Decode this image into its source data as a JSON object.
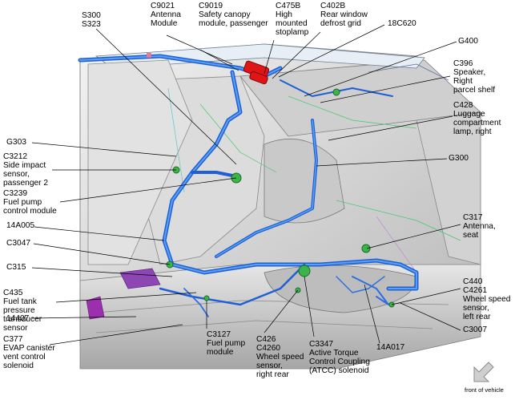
{
  "labels": {
    "s300": [
      "S300",
      "S323"
    ],
    "c9021": [
      "C9021",
      "Antenna",
      "Module"
    ],
    "c9019": [
      "C9019",
      "Safety canopy",
      "module, passenger"
    ],
    "c475b": [
      "C475B",
      "High",
      "mounted",
      "stoplamp"
    ],
    "c402b": [
      "C402B",
      "Rear window",
      "defrost grid"
    ],
    "c18c620": [
      "18C620"
    ],
    "g400": [
      "G400"
    ],
    "c396": [
      "C396",
      "Speaker,",
      "Right",
      "parcel shelf"
    ],
    "c428": [
      "C428",
      "Luggage",
      "compartment",
      "lamp, right"
    ],
    "g300": [
      "G300"
    ],
    "g303": [
      "G303"
    ],
    "c3212": [
      "C3212",
      "Side impact",
      "sensor,",
      "passenger 2"
    ],
    "c3239": [
      "C3239",
      "Fuel pump",
      "control module"
    ],
    "c14a005": [
      "14A005"
    ],
    "c3047": [
      "C3047"
    ],
    "c315": [
      "C315"
    ],
    "c435": [
      "C435",
      "Fuel tank",
      "pressure",
      "transducer",
      "sensor"
    ],
    "c14407": [
      "14407"
    ],
    "c377": [
      "C377",
      "EVAP canister",
      "vent control",
      "solenoid"
    ],
    "c3127": [
      "C3127",
      "Fuel pump",
      "module"
    ],
    "c426": [
      "C426",
      "C4260",
      "Wheel speed",
      "sensor,",
      "right rear"
    ],
    "c3347": [
      "C3347",
      "Active Torque",
      "Control Coupling",
      "(ATCC) solenoid"
    ],
    "c14a017": [
      "14A017"
    ],
    "c317": [
      "C317",
      "Antenna,",
      "seat"
    ],
    "c440": [
      "C440",
      "C4261",
      "Wheel speed",
      "sensor,",
      "left rear"
    ],
    "c3007": [
      "C3007"
    ]
  },
  "front_indicator": "front of vehicle",
  "colors": {
    "harness": "#1f5fd6",
    "harness_light": "#5aa0f0",
    "connector_red": "#e01515",
    "connector_green": "#39b54a",
    "body_gray": "#d9d9d9",
    "body_dark": "#9a9a9a",
    "accent_purple": "#9b2fae"
  }
}
